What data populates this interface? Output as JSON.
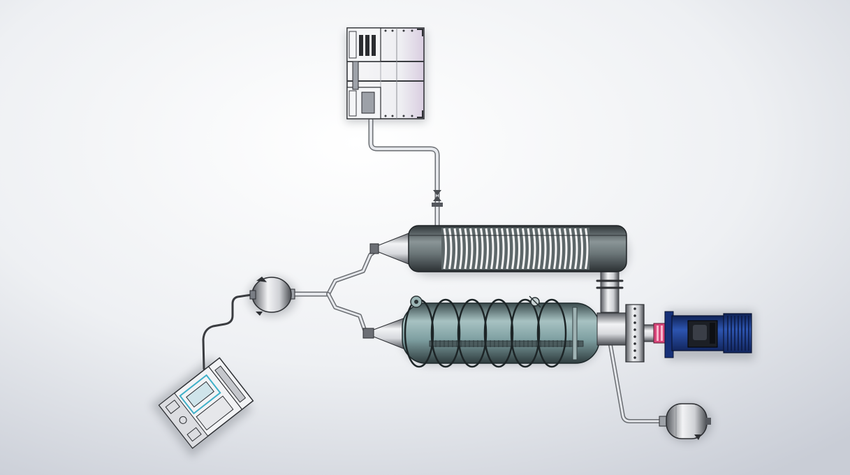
{
  "colors": {
    "background_center": "#ffffff",
    "background_edge": "#c9cdd6",
    "pipe": "#e2e4e8",
    "pipe_outline": "#6a6d72",
    "steel_light": "#f2f3f5",
    "steel_dark": "#55585e",
    "tank_dark": "#3d4448",
    "tank_teal": "#7fa0a2",
    "coil_white": "#f4f4f4",
    "motor_blue": "#1d3f8c",
    "motor_dark": "#162a5a",
    "coupling_pink": "#d8467a",
    "accent_cyan": "#3fb0c8"
  },
  "components": [
    {
      "id": "compressor-unit",
      "icon": "compressor-icon"
    },
    {
      "id": "condenser-coil-tank",
      "icon": "coil-tank-icon"
    },
    {
      "id": "evaporator-spiral-tank",
      "icon": "spiral-tank-icon"
    },
    {
      "id": "drive-motor",
      "icon": "motor-icon"
    },
    {
      "id": "shaft-coupling",
      "icon": "coupling-icon"
    },
    {
      "id": "receiver-drum-left",
      "icon": "drum-icon"
    },
    {
      "id": "receiver-drum-right",
      "icon": "drum-icon"
    },
    {
      "id": "vacuum-pump-unit",
      "icon": "pump-icon"
    },
    {
      "id": "flow-valve",
      "icon": "valve-icon"
    }
  ]
}
